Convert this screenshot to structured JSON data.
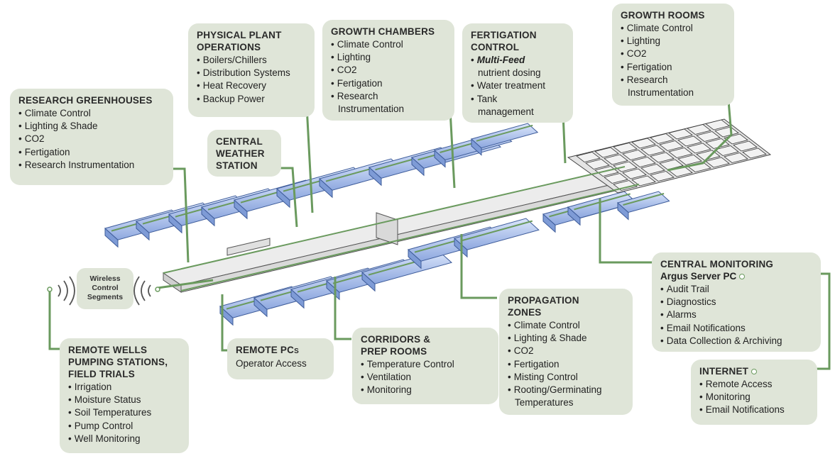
{
  "callouts": {
    "physical_plant": {
      "title_line1": "PHYSICAL PLANT",
      "title_line2": "OPERATIONS",
      "items": [
        "Boilers/Chillers",
        "Distribution Systems",
        "Heat Recovery",
        "Backup Power"
      ]
    },
    "growth_chambers": {
      "title": "GROWTH CHAMBERS",
      "items": [
        "Climate Control",
        "Lighting",
        "CO2",
        "Fertigation",
        "Research"
      ],
      "item_cont": "Instrumentation"
    },
    "fertigation": {
      "title_line1": "FERTIGATION",
      "title_line2": "CONTROL",
      "item1_em": "Multi-Feed",
      "item1_cont": "nutrient dosing",
      "item2": "Water treatment",
      "item3": "Tank",
      "item3_cont": "management"
    },
    "growth_rooms": {
      "title": "GROWTH ROOMS",
      "items": [
        "Climate Control",
        "Lighting",
        "CO2",
        "Fertigation",
        "Research"
      ],
      "item_cont": "Instrumentation"
    },
    "research_greenhouses": {
      "title": "RESEARCH GREENHOUSES",
      "items": [
        "Climate Control",
        "Lighting & Shade",
        "CO2",
        "Fertigation",
        "Research Instrumentation"
      ]
    },
    "weather_station": {
      "title_line1": "CENTRAL",
      "title_line2": "WEATHER",
      "title_line3": "STATION"
    },
    "wireless": {
      "line1": "Wireless",
      "line2": "Control",
      "line3": "Segments"
    },
    "central_monitoring": {
      "title": "CENTRAL MONITORING",
      "subtitle": "Argus Server PC",
      "items": [
        "Audit Trail",
        "Diagnostics",
        "Alarms",
        "Email Notifications",
        "Data Collection & Archiving"
      ]
    },
    "propagation": {
      "title_line1": "PROPAGATION",
      "title_line2": "ZONES",
      "items": [
        "Climate Control",
        "Lighting & Shade",
        "CO2",
        "Fertigation",
        "Misting Control",
        "Rooting/Germinating"
      ],
      "item_cont": "Temperatures"
    },
    "corridors": {
      "title_line1": "CORRIDORS &",
      "title_line2": "PREP ROOMS",
      "items": [
        "Temperature Control",
        "Ventilation",
        "Monitoring"
      ]
    },
    "remote_pcs": {
      "title_main": "REMOTE PC",
      "title_suffix": "S",
      "subline": "Operator Access"
    },
    "remote_wells": {
      "title_line1": "REMOTE WELLS",
      "title_line2": "PUMPING STATIONS,",
      "title_line3": "FIELD TRIALS",
      "items": [
        "Irrigation",
        "Moisture Status",
        "Soil Temperatures",
        "Pump Control",
        "Well Monitoring"
      ]
    },
    "internet": {
      "title": "INTERNET",
      "items": [
        "Remote Access",
        "Monitoring",
        "Email Notifications"
      ]
    }
  },
  "colors": {
    "callout_bg": "#dfe5d8",
    "connector": "#6a9a5e",
    "greenhouse_glass": "#9fb6e6",
    "building": "#e6e6e6"
  }
}
